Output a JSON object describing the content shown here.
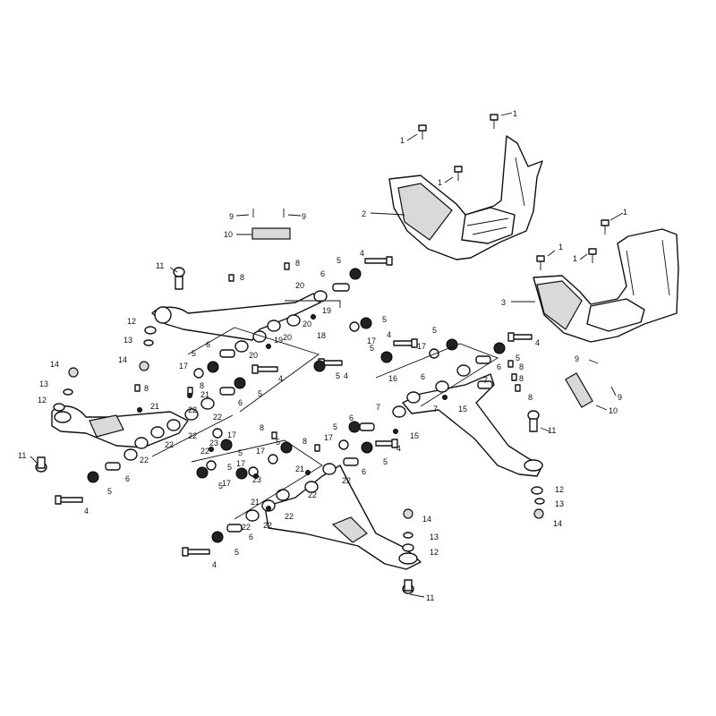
{
  "diagram": {
    "callouts": [
      {
        "id": "c1a",
        "text": "1"
      },
      {
        "id": "c1b",
        "text": "1"
      },
      {
        "id": "c1c",
        "text": "1"
      },
      {
        "id": "c1d",
        "text": "1"
      },
      {
        "id": "c1e",
        "text": "1"
      },
      {
        "id": "c1f",
        "text": "1"
      },
      {
        "id": "c2",
        "text": "2"
      },
      {
        "id": "c3",
        "text": "3"
      },
      {
        "id": "c4a",
        "text": "4"
      },
      {
        "id": "c4b",
        "text": "4"
      },
      {
        "id": "c4c",
        "text": "4"
      },
      {
        "id": "c4d",
        "text": "4"
      },
      {
        "id": "c4e",
        "text": "4"
      },
      {
        "id": "c4f",
        "text": "4"
      },
      {
        "id": "c4g",
        "text": "4"
      },
      {
        "id": "c4h",
        "text": "4"
      },
      {
        "id": "c5a",
        "text": "5"
      },
      {
        "id": "c5b",
        "text": "5"
      },
      {
        "id": "c5c",
        "text": "5"
      },
      {
        "id": "c5d",
        "text": "5"
      },
      {
        "id": "c5e",
        "text": "5"
      },
      {
        "id": "c5f",
        "text": "5"
      },
      {
        "id": "c5g",
        "text": "5"
      },
      {
        "id": "c5h",
        "text": "5"
      },
      {
        "id": "c5i",
        "text": "5"
      },
      {
        "id": "c5j",
        "text": "5"
      },
      {
        "id": "c5k",
        "text": "5"
      },
      {
        "id": "c5l",
        "text": "5"
      },
      {
        "id": "c5m",
        "text": "5"
      },
      {
        "id": "c5n",
        "text": "5"
      },
      {
        "id": "c5o",
        "text": "5"
      },
      {
        "id": "c5p",
        "text": "5"
      },
      {
        "id": "c6a",
        "text": "6"
      },
      {
        "id": "c6b",
        "text": "6"
      },
      {
        "id": "c6c",
        "text": "6"
      },
      {
        "id": "c6d",
        "text": "6"
      },
      {
        "id": "c6e",
        "text": "6"
      },
      {
        "id": "c6f",
        "text": "6"
      },
      {
        "id": "c6g",
        "text": "6"
      },
      {
        "id": "c6h",
        "text": "6"
      },
      {
        "id": "c6i",
        "text": "6"
      },
      {
        "id": "c7a",
        "text": "7"
      },
      {
        "id": "c7b",
        "text": "7"
      },
      {
        "id": "c7c",
        "text": "7"
      },
      {
        "id": "c8a",
        "text": "8"
      },
      {
        "id": "c8b",
        "text": "8"
      },
      {
        "id": "c8c",
        "text": "8"
      },
      {
        "id": "c8d",
        "text": "8"
      },
      {
        "id": "c8e",
        "text": "8"
      },
      {
        "id": "c8f",
        "text": "8"
      },
      {
        "id": "c8g",
        "text": "8"
      },
      {
        "id": "c8h",
        "text": "8"
      },
      {
        "id": "c8i",
        "text": "8"
      },
      {
        "id": "c9a",
        "text": "9"
      },
      {
        "id": "c9b",
        "text": "9"
      },
      {
        "id": "c9c",
        "text": "9"
      },
      {
        "id": "c9d",
        "text": "9"
      },
      {
        "id": "c10a",
        "text": "10"
      },
      {
        "id": "c10b",
        "text": "10"
      },
      {
        "id": "c11a",
        "text": "11"
      },
      {
        "id": "c11b",
        "text": "11"
      },
      {
        "id": "c11c",
        "text": "11"
      },
      {
        "id": "c11d",
        "text": "11"
      },
      {
        "id": "c12a",
        "text": "12"
      },
      {
        "id": "c12b",
        "text": "12"
      },
      {
        "id": "c12c",
        "text": "12"
      },
      {
        "id": "c12d",
        "text": "12"
      },
      {
        "id": "c13a",
        "text": "13"
      },
      {
        "id": "c13b",
        "text": "13"
      },
      {
        "id": "c13c",
        "text": "13"
      },
      {
        "id": "c13d",
        "text": "13"
      },
      {
        "id": "c14a",
        "text": "14"
      },
      {
        "id": "c14b",
        "text": "14"
      },
      {
        "id": "c14c",
        "text": "14"
      },
      {
        "id": "c14d",
        "text": "14"
      },
      {
        "id": "c15a",
        "text": "15"
      },
      {
        "id": "c15b",
        "text": "15"
      },
      {
        "id": "c16",
        "text": "16"
      },
      {
        "id": "c17a",
        "text": "17"
      },
      {
        "id": "c17b",
        "text": "17"
      },
      {
        "id": "c17c",
        "text": "17"
      },
      {
        "id": "c17d",
        "text": "17"
      },
      {
        "id": "c17e",
        "text": "17"
      },
      {
        "id": "c17f",
        "text": "17"
      },
      {
        "id": "c17g",
        "text": "17"
      },
      {
        "id": "c17h",
        "text": "17"
      },
      {
        "id": "c18",
        "text": "18"
      },
      {
        "id": "c19a",
        "text": "19"
      },
      {
        "id": "c19b",
        "text": "19"
      },
      {
        "id": "c20a",
        "text": "20"
      },
      {
        "id": "c20b",
        "text": "20"
      },
      {
        "id": "c20c",
        "text": "20"
      },
      {
        "id": "c20d",
        "text": "20"
      },
      {
        "id": "c21a",
        "text": "21"
      },
      {
        "id": "c21b",
        "text": "21"
      },
      {
        "id": "c21c",
        "text": "21"
      },
      {
        "id": "c21d",
        "text": "21"
      },
      {
        "id": "c22a",
        "text": "22"
      },
      {
        "id": "c22b",
        "text": "22"
      },
      {
        "id": "c22c",
        "text": "22"
      },
      {
        "id": "c22d",
        "text": "22"
      },
      {
        "id": "c22e",
        "text": "22"
      },
      {
        "id": "c22f",
        "text": "22"
      },
      {
        "id": "c22g",
        "text": "22"
      },
      {
        "id": "c22h",
        "text": "22"
      },
      {
        "id": "c22i",
        "text": "22"
      },
      {
        "id": "c22j",
        "text": "22"
      },
      {
        "id": "c22k",
        "text": "22"
      },
      {
        "id": "c23a",
        "text": "23"
      },
      {
        "id": "c23b",
        "text": "23"
      }
    ]
  }
}
